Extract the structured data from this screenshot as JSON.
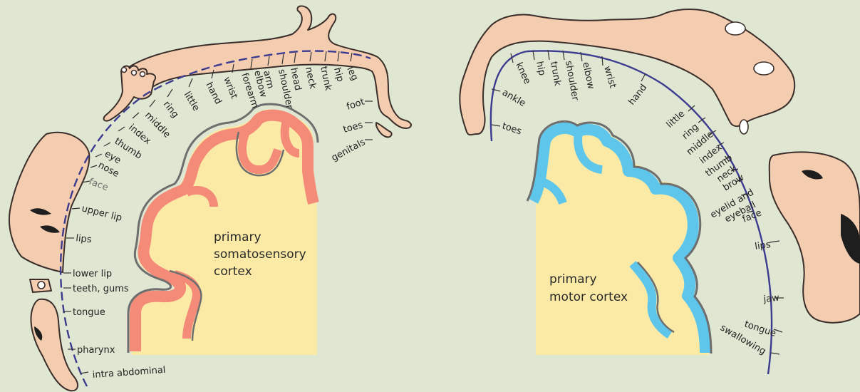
{
  "sensory": {
    "title_lines": [
      "primary",
      "somatosensory",
      "cortex"
    ],
    "labels": [
      "leg",
      "hip",
      "trunk",
      "neck",
      "head",
      "shoulder",
      "arm",
      "elbow",
      "forearm",
      "wrist",
      "hand",
      "little",
      "ring",
      "middle",
      "index",
      "thumb",
      "eye",
      "nose",
      "face",
      "upper lip",
      "lips",
      "lower lip",
      "teeth, gums",
      "tongue",
      "pharynx",
      "intra abdominal",
      "foot",
      "toes",
      "genitals"
    ]
  },
  "motor": {
    "title_lines": [
      "primary",
      "motor cortex"
    ],
    "labels": [
      "knee",
      "hip",
      "trunk",
      "shoulder",
      "elbow",
      "wrist",
      "hand",
      "ankle",
      "toes",
      "little",
      "ring",
      "middle",
      "index",
      "thumb",
      "neck",
      "brow",
      "eyelid and",
      "eyeball",
      "face",
      "lips",
      "jaw",
      "tongue",
      "swallowing"
    ]
  },
  "colors": {
    "background": "#dfe6d2",
    "brain_fill": "#fbeaa5",
    "sensory_cortex": "#f48b78",
    "motor_cortex": "#5ec6ea",
    "skin": "#f4ccb0",
    "arc": "#3b3b8f"
  }
}
